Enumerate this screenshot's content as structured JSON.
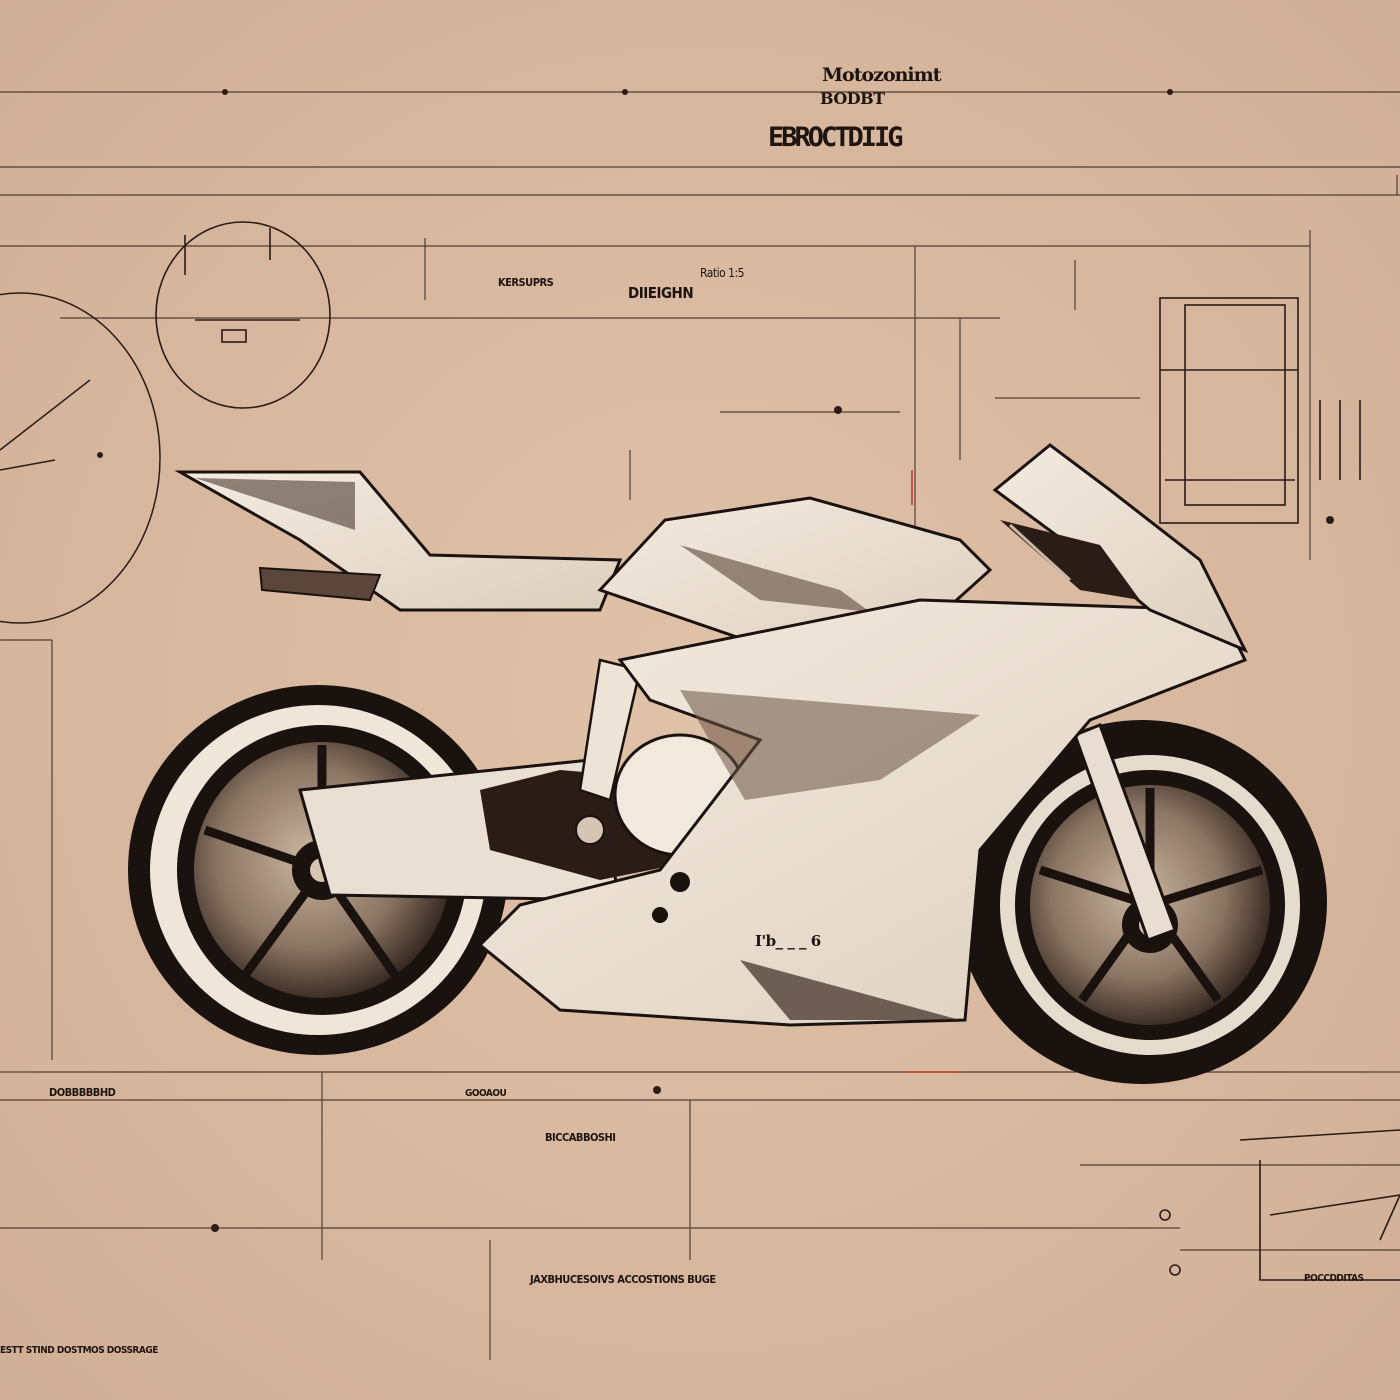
{
  "title_block": {
    "heading_1": "Motozonimt",
    "heading_2": "BODBT",
    "title": "EBROCTDIIG"
  },
  "annotations": {
    "design_label": "DIIEIGHN",
    "spec_label": "KERSUPRS",
    "ratio_label": "Ratio 1:5",
    "bike_label": "I'b_ _ _ 6",
    "bottom_left_label": "DOBBBBBHD",
    "bottom_center_label": "GOOAOU",
    "bottom_mid_label": "BICCABBOSHI",
    "notes": "JAXBHUCESOIVS ACCOSTIONS BUGE",
    "corner_notes": "ESTT STIND DOSTMOS DOSSRAGE",
    "right_notes": "POCCDDITAS"
  },
  "colors": {
    "paper": "#d9b9a0",
    "ink": "#1e1410",
    "fairing": "#efe6d9",
    "accent_red": "#c43a2a"
  }
}
